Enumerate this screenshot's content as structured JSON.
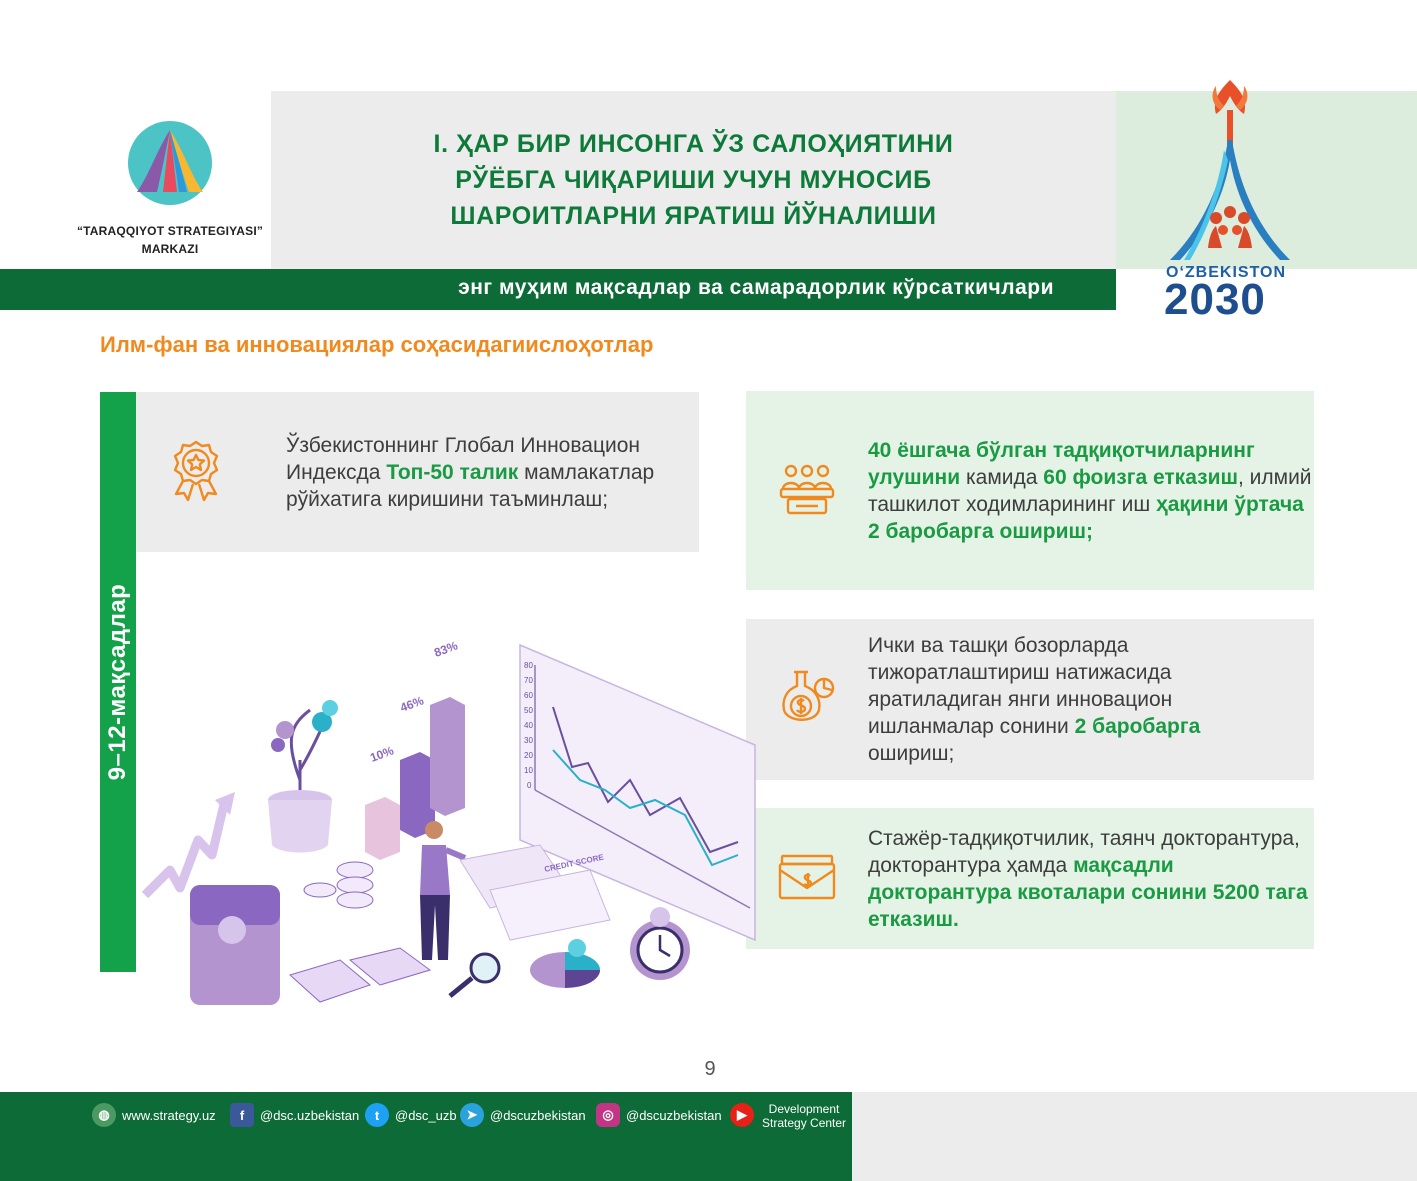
{
  "header": {
    "org_name_line1": "“TARAQQIYOT STRATEGIYASI”",
    "org_name_line2": "MARKAZI",
    "title_line1": "I. ҲАР БИР ИНСОНГА ЎЗ САЛОҲИЯТИНИ",
    "title_line2": "РЎЁБГА ЧИҚАРИШИ УЧУН МУНОСИБ",
    "title_line3": "ШАРОИТЛАРНИ ЯРАТИШ ЙЎНАЛИШИ",
    "subtitle": "энг муҳим мақсадлар ва самарадорлик кўрсаткичлари",
    "logo_country": "OʻZBEKISTON",
    "logo_year": "2030"
  },
  "section_title": "Илм-фан ва инновациялар соҳасидагиислоҳотлар",
  "vertical_label": "9–12-мақсадлар",
  "cards": {
    "c1": {
      "icon": "award-badge-icon",
      "p1": "Ўзбекистоннинг Глобал Инновацион Индексда ",
      "hl1": "Топ-50 талик",
      "p2": " мамлакатлар рўйхатига киришини таъминлаш;"
    },
    "c2": {
      "icon": "researchers-icon",
      "hl1": "40 ёшгача бўлган тадқиқотчиларнинг улушини",
      "p1": " камида ",
      "hl2": "60 фоизга етказиш",
      "p2": ", илмий ташкилот ходимларининг иш ",
      "hl3": "ҳақини ўртача 2 баробарга ошириш;"
    },
    "c3": {
      "icon": "money-flask-icon",
      "p1": "Ички ва ташқи бозорларда тижоратлаштириш натижасида яратиладиган янги инновацион ишланмалар сонини ",
      "hl1": "2 баробарга",
      "p2": " ошириш;"
    },
    "c4": {
      "icon": "cash-envelope-icon",
      "p1": "Стажёр-тадқиқотчилик, таянч докторантура, докторантура ҳамда ",
      "hl1": "мақсадли докторантура квоталари сонини 5200 тага етказиш."
    }
  },
  "illustration": {
    "bar_labels": [
      "10%",
      "46%",
      "83%"
    ],
    "y_ticks": [
      "80",
      "70",
      "60",
      "50",
      "40",
      "30",
      "20",
      "10",
      "0"
    ],
    "card_text": "CREDIT SCORE"
  },
  "page_number": "9",
  "footer": {
    "website": "www.strategy.uz",
    "facebook": "@dsc.uzbekistan",
    "twitter": "@dsc_uzb",
    "telegram": "@dscuzbekistan",
    "instagram": "@dscuzbekistan",
    "youtube_line1": "Development",
    "youtube_line2": "Strategy Center"
  },
  "colors": {
    "dark_green": "#0c6b36",
    "green": "#13a14a",
    "orange": "#f08a1f",
    "gray_panel": "#ececec",
    "mint_panel": "#e5f3e6"
  }
}
